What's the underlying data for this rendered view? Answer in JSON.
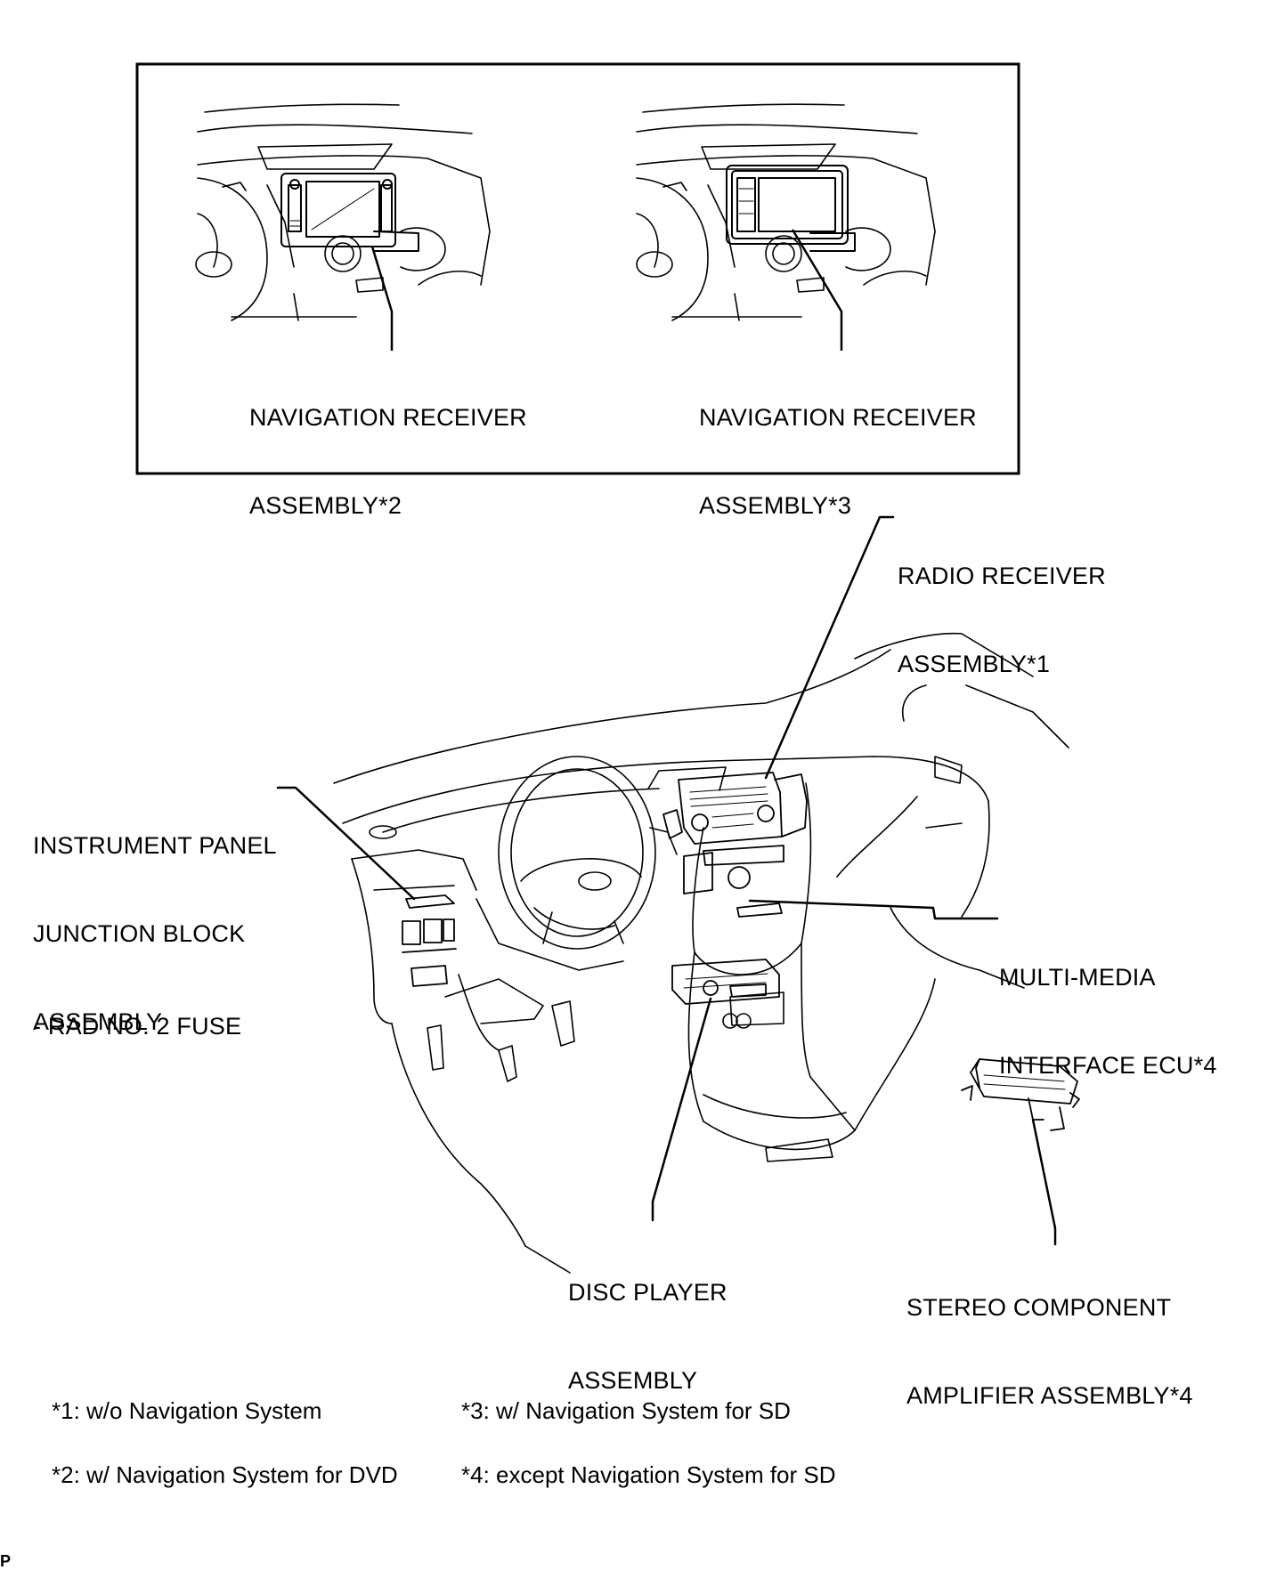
{
  "labels": {
    "nav_receiver_2": [
      "NAVIGATION RECEIVER",
      "ASSEMBLY*2"
    ],
    "nav_receiver_3": [
      "NAVIGATION RECEIVER",
      "ASSEMBLY*3"
    ],
    "radio_receiver": [
      "RADIO RECEIVER",
      "ASSEMBLY*1"
    ],
    "junction_block": [
      "INSTRUMENT PANEL",
      "JUNCTION BLOCK",
      "ASSEMBLY"
    ],
    "rad_fuse": "- RAD NO. 2 FUSE",
    "multimedia_ecu": [
      "MULTI-MEDIA",
      "INTERFACE ECU*4"
    ],
    "disc_player": [
      "DISC PLAYER",
      "ASSEMBLY"
    ],
    "stereo_amp": [
      "STEREO COMPONENT",
      "AMPLIFIER ASSEMBLY*4"
    ]
  },
  "footnotes": {
    "n1": "*1: w/o Navigation System",
    "n2": "*2: w/ Navigation System for DVD",
    "n3": "*3: w/ Navigation System for SD",
    "n4": "*4: except Navigation System for SD"
  },
  "corner_mark": "P"
}
